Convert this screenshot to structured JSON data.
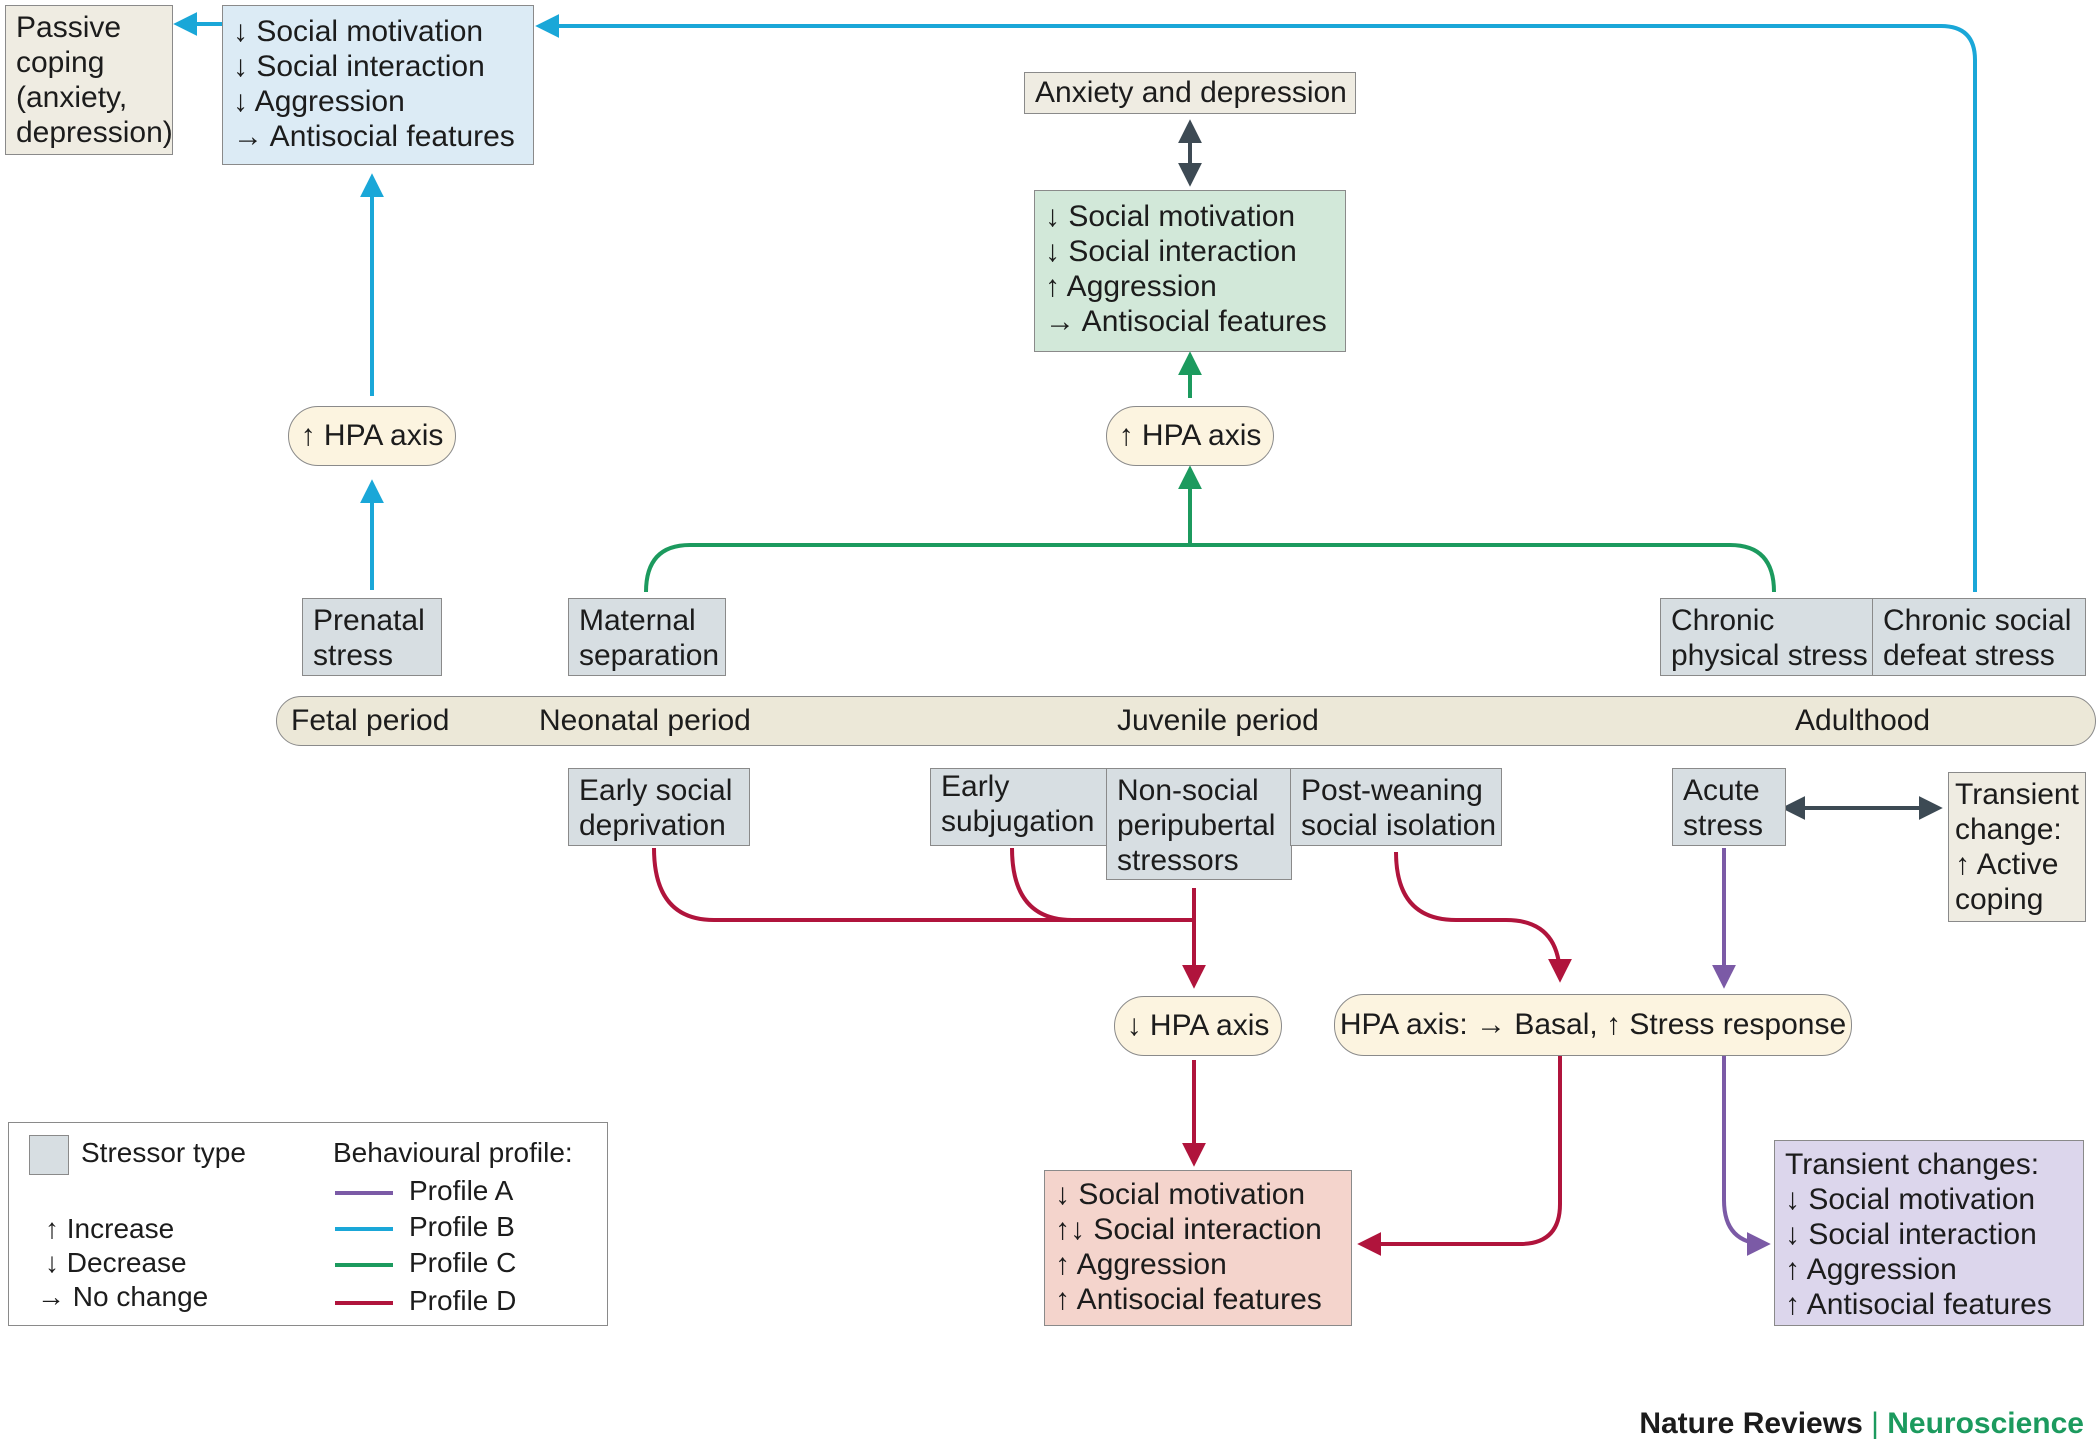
{
  "timeline": {
    "fetal": "Fetal period",
    "neonatal": "Neonatal period",
    "juvenile": "Juvenile period",
    "adulthood": "Adulthood"
  },
  "stressors": {
    "prenatal": [
      "Prenatal",
      "stress"
    ],
    "maternal": [
      "Maternal",
      "separation"
    ],
    "chronic_physical": [
      "Chronic",
      "physical stress"
    ],
    "chronic_social": [
      "Chronic social",
      "defeat stress"
    ],
    "early_deprivation": [
      "Early social",
      "deprivation"
    ],
    "early_subjugation": [
      "Early",
      "subjugation"
    ],
    "non_social": [
      "Non-social",
      "peripubertal",
      "stressors"
    ],
    "post_weaning": [
      "Post-weaning",
      "social isolation"
    ],
    "acute": [
      "Acute",
      "stress"
    ]
  },
  "outcomes": {
    "passive_coping": [
      "Passive",
      "coping",
      "(anxiety,",
      "depression)"
    ],
    "profile_b": [
      "↓ Social motivation",
      "↓ Social interaction",
      "↓ Aggression",
      "→ Antisocial features"
    ],
    "anxiety_depression": "Anxiety and depression",
    "profile_c": [
      "↓ Social motivation",
      "↓ Social interaction",
      "↑ Aggression",
      "→ Antisocial features"
    ],
    "transient_active": [
      "Transient",
      "change:",
      "↑ Active",
      "coping"
    ],
    "profile_d": [
      "↓ Social motivation",
      "↑↓ Social interaction",
      "↑ Aggression",
      "↑ Antisocial features"
    ],
    "profile_a": [
      "Transient changes:",
      "↓ Social motivation",
      "↓ Social interaction",
      "↑ Aggression",
      "↑ Antisocial features"
    ]
  },
  "hpa": {
    "up_b": "↑ HPA axis",
    "up_c": "↑ HPA axis",
    "down_d": "↓ HPA axis",
    "basal": "HPA axis: → Basal, ↑ Stress response"
  },
  "legend": {
    "stressor_type": "Stressor type",
    "increase": "↑  Increase",
    "decrease": "↓  Decrease",
    "no_change": "→ No change",
    "behavioural_profile": "Behavioural profile:",
    "profile_a": "Profile A",
    "profile_b": "Profile B",
    "profile_c": "Profile C",
    "profile_d": "Profile D"
  },
  "colors": {
    "profile_a": "#7b5aa6",
    "profile_b": "#1aa7d8",
    "profile_c": "#1c9a5e",
    "profile_d": "#b0143c",
    "neutral": "#3d4a54"
  },
  "credit": {
    "journal": "Nature Reviews",
    "separator": " | ",
    "section": "Neuroscience"
  }
}
